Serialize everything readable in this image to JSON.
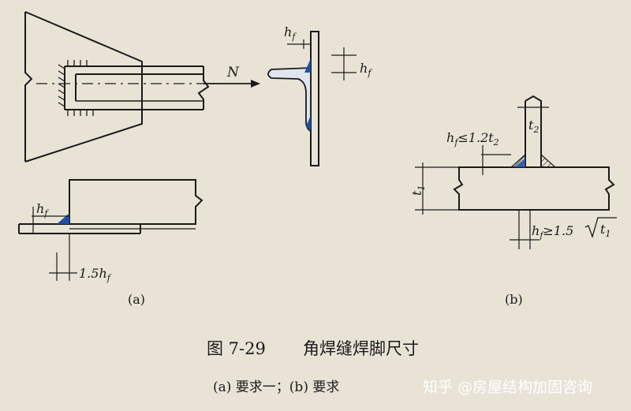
{
  "figure": {
    "number_label": "图 7-29",
    "title": "角焊缝焊脚尺寸",
    "subcaption": "(a) 要求一；(b) 要求",
    "panel_a_label": "(a)",
    "panel_b_label": "(b)"
  },
  "labels": {
    "force": "N",
    "hf": "h",
    "f_sub": "f",
    "hf_max_prefix": "h",
    "hf_max_rule": "≤1.2t",
    "two_sub": "2",
    "t2_base": "t",
    "t1_base": "t",
    "one_sub": "1",
    "hf_min_prefix": "h",
    "hf_min_rule": "≥1.5",
    "sqrt_arg_base": "t",
    "hf_15_prefix": "1.5h"
  },
  "watermark": {
    "text": "知乎 @房屋结构加固咨询"
  },
  "colors": {
    "ink": "#1a1a1a",
    "weld_blue": "#1f4fa3",
    "paper": "#e9e3d6"
  }
}
